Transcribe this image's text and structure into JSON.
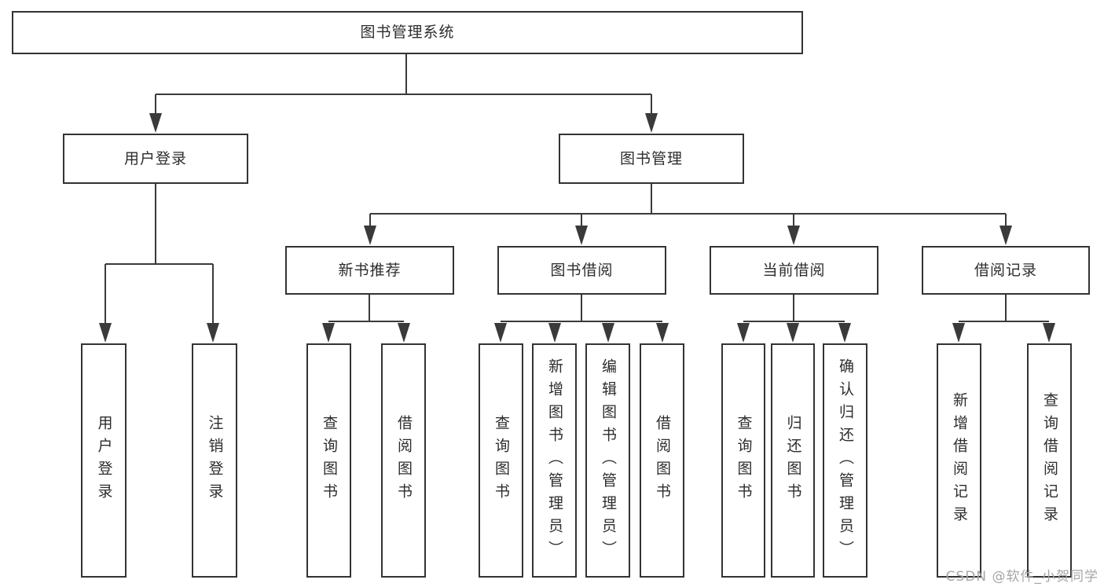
{
  "diagram": {
    "title": "图书管理系统",
    "nodes": {
      "root": "图书管理系统",
      "user_login": "用户登录",
      "book_management": "图书管理",
      "new_book_recommend": "新书推荐",
      "book_borrowing": "图书借阅",
      "current_borrowing": "当前借阅",
      "borrowing_records": "借阅记录",
      "leaf_user_login": "用户登录",
      "leaf_logout": "注销登录",
      "leaf_query_books_1": "查询图书",
      "leaf_borrow_books_1": "借阅图书",
      "leaf_query_books_2": "查询图书",
      "leaf_add_book_admin": "新增图书（管理员）",
      "leaf_edit_book_admin": "编辑图书（管理员）",
      "leaf_borrow_books_2": "借阅图书",
      "leaf_query_books_3": "查询图书",
      "leaf_return_books": "归还图书",
      "leaf_confirm_return_admin": "确认归还（管理员）",
      "leaf_add_borrow_record": "新增借阅记录",
      "leaf_query_borrow_record": "查询借阅记录"
    },
    "edges": [
      [
        "root",
        "user_login"
      ],
      [
        "root",
        "book_management"
      ],
      [
        "user_login",
        "leaf_user_login"
      ],
      [
        "user_login",
        "leaf_logout"
      ],
      [
        "book_management",
        "new_book_recommend"
      ],
      [
        "book_management",
        "book_borrowing"
      ],
      [
        "book_management",
        "current_borrowing"
      ],
      [
        "book_management",
        "borrowing_records"
      ],
      [
        "new_book_recommend",
        "leaf_query_books_1"
      ],
      [
        "new_book_recommend",
        "leaf_borrow_books_1"
      ],
      [
        "book_borrowing",
        "leaf_query_books_2"
      ],
      [
        "book_borrowing",
        "leaf_add_book_admin"
      ],
      [
        "book_borrowing",
        "leaf_edit_book_admin"
      ],
      [
        "book_borrowing",
        "leaf_borrow_books_2"
      ],
      [
        "current_borrowing",
        "leaf_query_books_3"
      ],
      [
        "current_borrowing",
        "leaf_return_books"
      ],
      [
        "current_borrowing",
        "leaf_confirm_return_admin"
      ],
      [
        "borrowing_records",
        "leaf_add_borrow_record"
      ],
      [
        "borrowing_records",
        "leaf_query_borrow_record"
      ]
    ],
    "colors": {
      "line": "#3a3a3a",
      "box_border": "#333333",
      "text": "#2d2d2d",
      "background": "#ffffff",
      "watermark": "#a6a6a6"
    }
  },
  "watermark": {
    "text": "CSDN @软件_小贺同学"
  }
}
